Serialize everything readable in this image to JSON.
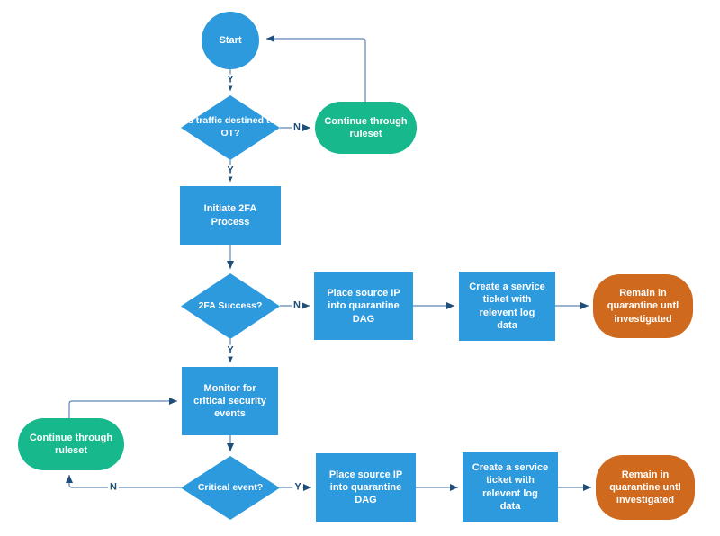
{
  "colors": {
    "node_blue": "#2e9ade",
    "terminator_green": "#17b88c",
    "terminator_orange": "#cf691e",
    "connector_line": "#5b87b8",
    "arrow_head": "#1f4e79",
    "node_text": "#ffffff",
    "edge_label_text": "#1c4f7c",
    "background": "#ffffff"
  },
  "nodes": {
    "start": {
      "type": "circle",
      "label": "Start"
    },
    "decision_traffic_ot": {
      "type": "decision",
      "label": "Is traffic destined to\nOT?"
    },
    "continue_ruleset_top": {
      "type": "terminator",
      "label": "Continue through\nruleset"
    },
    "initiate_2fa": {
      "type": "process",
      "label": "Initiate 2FA\nProcess"
    },
    "decision_2fa_success": {
      "type": "decision",
      "label": "2FA Success?"
    },
    "place_source_ip_1": {
      "type": "process",
      "label": "Place source IP\ninto quarantine\nDAG"
    },
    "create_ticket_1": {
      "type": "process",
      "label": "Create a service\nticket with\nrelevent log\ndata"
    },
    "remain_quarantine_1": {
      "type": "terminator",
      "label": "Remain in\nquarantine untl\ninvestigated"
    },
    "monitor_events": {
      "type": "process",
      "label": "Monitor for\ncritical security\nevents"
    },
    "continue_ruleset_left": {
      "type": "terminator",
      "label": "Continue through\nruleset"
    },
    "decision_critical_event": {
      "type": "decision",
      "label": "Critical event?"
    },
    "place_source_ip_2": {
      "type": "process",
      "label": "Place source IP\ninto quarantine\nDAG"
    },
    "create_ticket_2": {
      "type": "process",
      "label": "Create a service\nticket with\nrelevent log\ndata"
    },
    "remain_quarantine_2": {
      "type": "terminator",
      "label": "Remain in\nquarantine untl\ninvestigated"
    }
  },
  "edges": [
    {
      "from": "start",
      "to": "decision_traffic_ot",
      "label": "Y"
    },
    {
      "from": "decision_traffic_ot",
      "to": "continue_ruleset_top",
      "label": "N"
    },
    {
      "from": "continue_ruleset_top",
      "to": "start",
      "label": ""
    },
    {
      "from": "decision_traffic_ot",
      "to": "initiate_2fa",
      "label": "Y"
    },
    {
      "from": "initiate_2fa",
      "to": "decision_2fa_success",
      "label": ""
    },
    {
      "from": "decision_2fa_success",
      "to": "place_source_ip_1",
      "label": "N"
    },
    {
      "from": "place_source_ip_1",
      "to": "create_ticket_1",
      "label": ""
    },
    {
      "from": "create_ticket_1",
      "to": "remain_quarantine_1",
      "label": ""
    },
    {
      "from": "decision_2fa_success",
      "to": "monitor_events",
      "label": "Y"
    },
    {
      "from": "monitor_events",
      "to": "decision_critical_event",
      "label": ""
    },
    {
      "from": "decision_critical_event",
      "to": "continue_ruleset_left",
      "label": "N"
    },
    {
      "from": "continue_ruleset_left",
      "to": "monitor_events",
      "label": ""
    },
    {
      "from": "decision_critical_event",
      "to": "place_source_ip_2",
      "label": "Y"
    },
    {
      "from": "place_source_ip_2",
      "to": "create_ticket_2",
      "label": ""
    },
    {
      "from": "create_ticket_2",
      "to": "remain_quarantine_2",
      "label": ""
    }
  ]
}
